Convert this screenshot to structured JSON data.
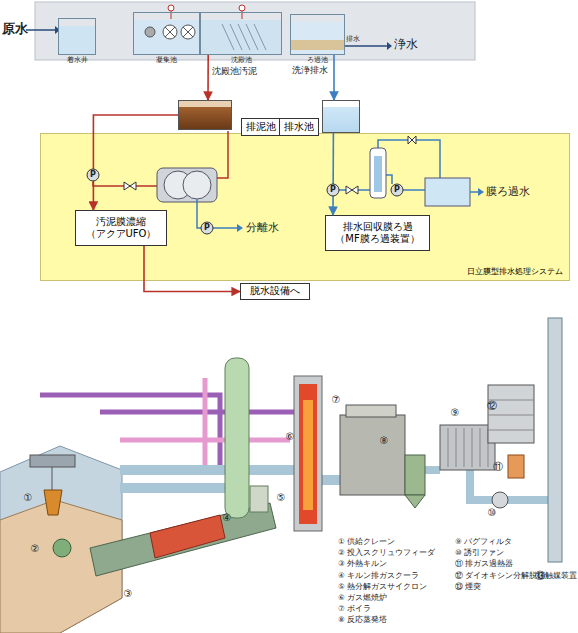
{
  "diagram": {
    "nodes": [
      {
        "text": [
          "着水井"
        ]
      },
      {
        "text": [
          "凝集池"
        ]
      },
      {
        "text": [
          "沈殿池"
        ]
      },
      {
        "text": [
          "ろ過池"
        ]
      },
      {
        "text": [
          "排泥池"
        ]
      },
      {
        "text": [
          "排水池"
        ]
      },
      {
        "text": [
          "日立膜型排水処理システム"
        ]
      },
      {
        "text": [
          "汚泥膜濃縮 （アクアUFO）"
        ],
        "in": 6
      },
      {
        "text": [
          "排水回収膜ろ過 （MF膜ろ過装置）"
        ],
        "in": 6
      },
      {
        "text": [
          "脱水設備へ"
        ]
      }
    ],
    "edges": [
      {
        "from": 2,
        "to": 4,
        "arrow": "to",
        "label": "沈殿池汚泥"
      },
      {
        "from": 3,
        "to": 5,
        "arrow": "to",
        "label": "洗浄排水"
      },
      {
        "from": 4,
        "to": 7,
        "arrow": "to"
      },
      {
        "from": 5,
        "to": 8,
        "arrow": "to"
      },
      {
        "from": 7,
        "to": 9,
        "arrow": "to"
      }
    ],
    "labels": [
      "原水",
      "排水",
      "浄水",
      "P",
      "P",
      "分離水",
      "P",
      "P",
      "膜ろ過水",
      "①",
      "②",
      "③",
      "④",
      "⑤",
      "⑥",
      "⑦",
      "⑧",
      "⑨",
      "⑩",
      "⑪",
      "⑫",
      "⑬",
      "① 供給クレーン",
      "② 投入スクリュウフィーダ",
      "③ 外熱キルン",
      "④ キルン排ガスクーラ",
      "⑤ 熱分解ガスサイクロン",
      "⑥ ガス燃焼炉",
      "⑦ ボイラ",
      "⑧ 反応蒸発塔",
      "⑨ バグフィルタ",
      "⑩ 誘引ファン",
      "⑪ 排ガス過熱器",
      "⑫ ダイオキシン分解脱硝触媒装置",
      "⑬ 煙突"
    ]
  }
}
